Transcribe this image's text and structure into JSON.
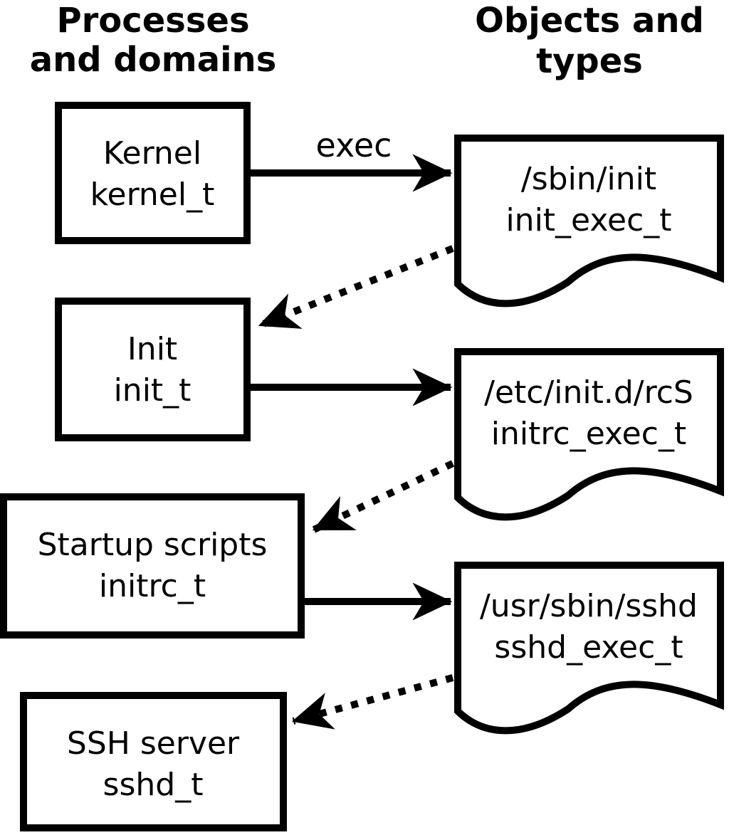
{
  "diagram": {
    "colors": {
      "foreground": "#000000",
      "background": "#ffffff"
    },
    "header_left": {
      "line1": "Processes",
      "line2": "and domains"
    },
    "header_right": {
      "line1": "Objects and",
      "line2": "types"
    },
    "process_boxes": [
      {
        "id": "kernel",
        "label": "Kernel",
        "type": "kernel_t"
      },
      {
        "id": "init",
        "label": "Init",
        "type": "init_t"
      },
      {
        "id": "startup-scripts",
        "label": "Startup scripts",
        "type": "initrc_t"
      },
      {
        "id": "ssh-server",
        "label": "SSH server",
        "type": "sshd_t"
      }
    ],
    "object_docs": [
      {
        "id": "sbin-init",
        "path": "/sbin/init",
        "type": "init_exec_t"
      },
      {
        "id": "etc-initd-rcs",
        "path": "/etc/init.d/rcS",
        "type": "initrc_exec_t"
      },
      {
        "id": "usr-sbin-sshd",
        "path": "/usr/sbin/sshd",
        "type": "sshd_exec_t"
      }
    ],
    "edges": [
      {
        "from": "kernel",
        "to": "sbin-init",
        "style": "solid",
        "label": "exec"
      },
      {
        "from": "sbin-init",
        "to": "init",
        "style": "dotted"
      },
      {
        "from": "init",
        "to": "etc-initd-rcs",
        "style": "solid"
      },
      {
        "from": "etc-initd-rcs",
        "to": "startup-scripts",
        "style": "dotted"
      },
      {
        "from": "startup-scripts",
        "to": "usr-sbin-sshd",
        "style": "solid"
      },
      {
        "from": "usr-sbin-sshd",
        "to": "ssh-server",
        "style": "dotted"
      }
    ]
  }
}
